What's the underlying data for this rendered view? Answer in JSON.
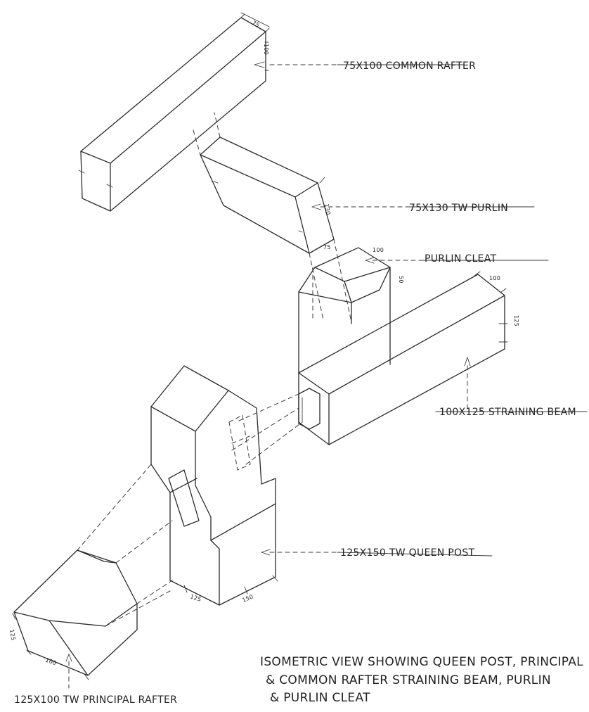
{
  "labels": {
    "common_rafter": "75X100 COMMON RAFTER",
    "purlin": "75X130 TW PURLIN",
    "purlin_cleat": "PURLIN CLEAT",
    "straining_beam": "100X125 STRAINING BEAM",
    "queen_post": "125X150 TW QUEEN POST",
    "principal_rafter": "125X100 TW PRINCIPAL RAFTER"
  },
  "dimensions": {
    "rafter_width": "75",
    "rafter_depth": "100",
    "purlin_depth": "130",
    "purlin_width": "75",
    "cleat_width": "100",
    "cleat_height": "50",
    "beam_width": "100",
    "beam_depth": "125",
    "post_width": "125",
    "post_depth": "150",
    "principal_depth": "125",
    "principal_width": "100"
  },
  "title": {
    "line1": "ISOMETRIC VIEW SHOWING QUEEN POST, PRINCIPAL",
    "line2": "& COMMON RAFTER STRAINING BEAM, PURLIN",
    "line3": "& PURLIN CLEAT"
  }
}
